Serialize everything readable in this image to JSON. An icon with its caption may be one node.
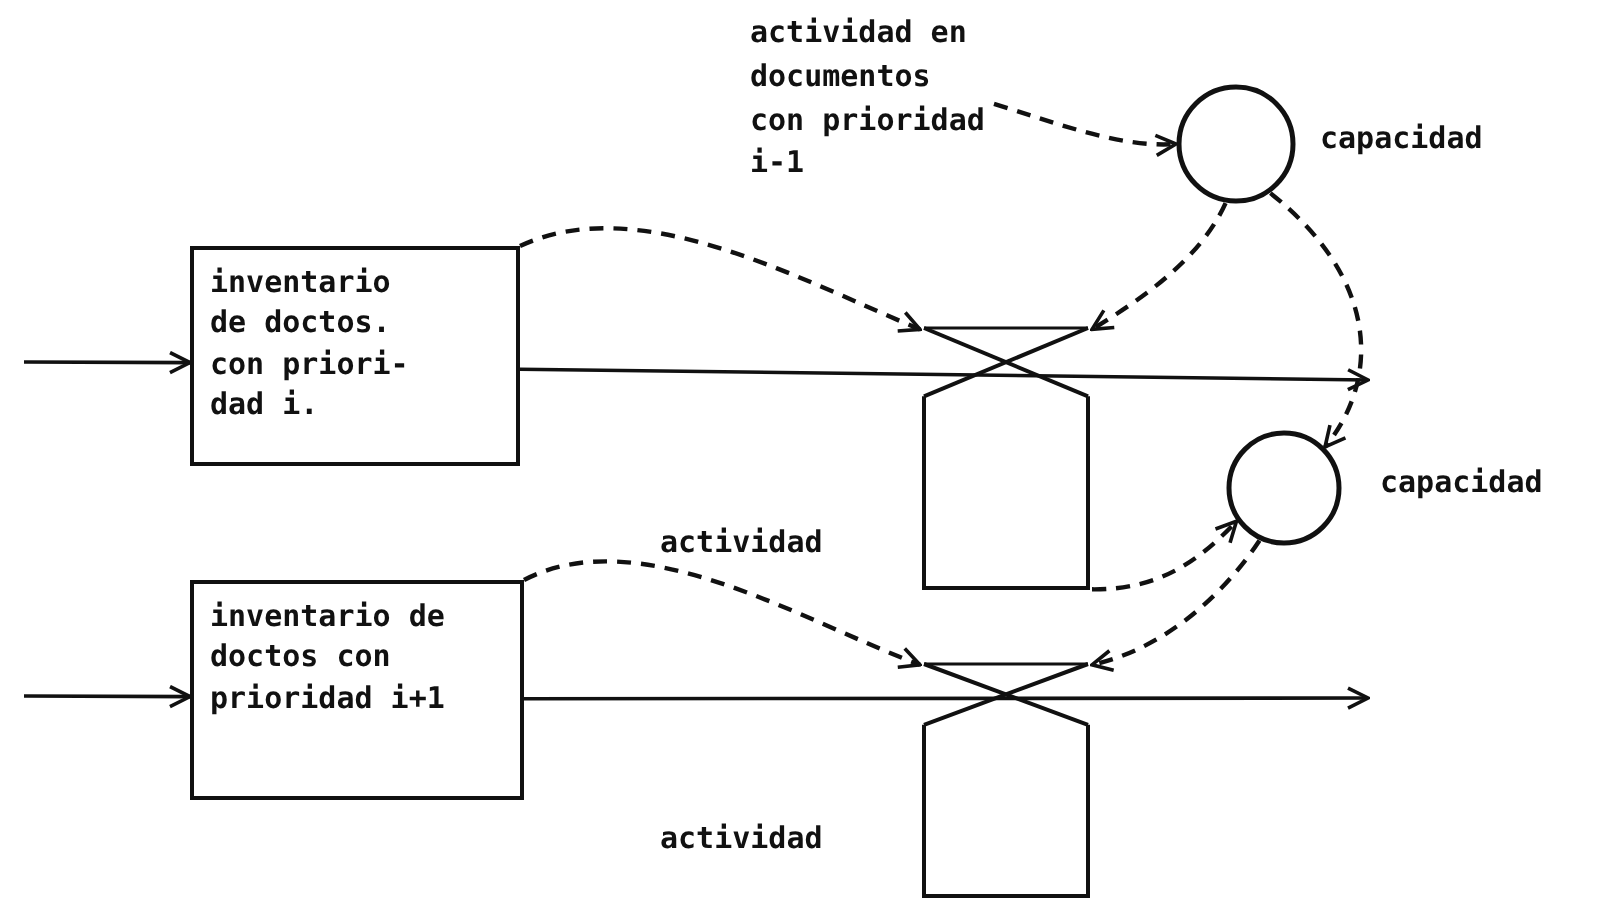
{
  "diagram": {
    "nodes": [
      {
        "text": [
          "actividad en documentos con prioridad i-1"
        ]
      },
      {
        "text": [],
        "shape": "circle",
        "beside": [
          "capacidad"
        ]
      },
      {
        "text": [
          "inventario de doctos. con priori- dad i."
        ]
      },
      {
        "text": [],
        "shape": "valve",
        "beside": [
          "actividad"
        ]
      },
      {
        "text": [],
        "shape": "circle",
        "beside": [
          "capacidad"
        ]
      },
      {
        "text": [
          "inventario de doctos con prioridad i+1"
        ]
      },
      {
        "text": [],
        "shape": "valve",
        "beside": [
          "actividad"
        ]
      }
    ],
    "edges": [
      {
        "from": null,
        "to": 2,
        "arrow": "to"
      },
      {
        "from": 2,
        "to": null,
        "arrow": "to"
      },
      {
        "from": null,
        "to": 5,
        "arrow": "to"
      },
      {
        "from": 5,
        "to": null,
        "arrow": "to"
      },
      {
        "from": 0,
        "to": 1,
        "arrow": "to",
        "style": "dashed"
      },
      {
        "from": 2,
        "to": 3,
        "arrow": "to",
        "style": "dashed"
      },
      {
        "from": 1,
        "to": 3,
        "arrow": "to",
        "style": "dashed"
      },
      {
        "from": 1,
        "to": 4,
        "arrow": "to",
        "style": "dashed"
      },
      {
        "from": 3,
        "to": 4,
        "arrow": "to",
        "style": "dashed"
      },
      {
        "from": 5,
        "to": 6,
        "arrow": "to",
        "style": "dashed"
      },
      {
        "from": 4,
        "to": 6,
        "arrow": "to",
        "style": "dashed"
      }
    ]
  }
}
